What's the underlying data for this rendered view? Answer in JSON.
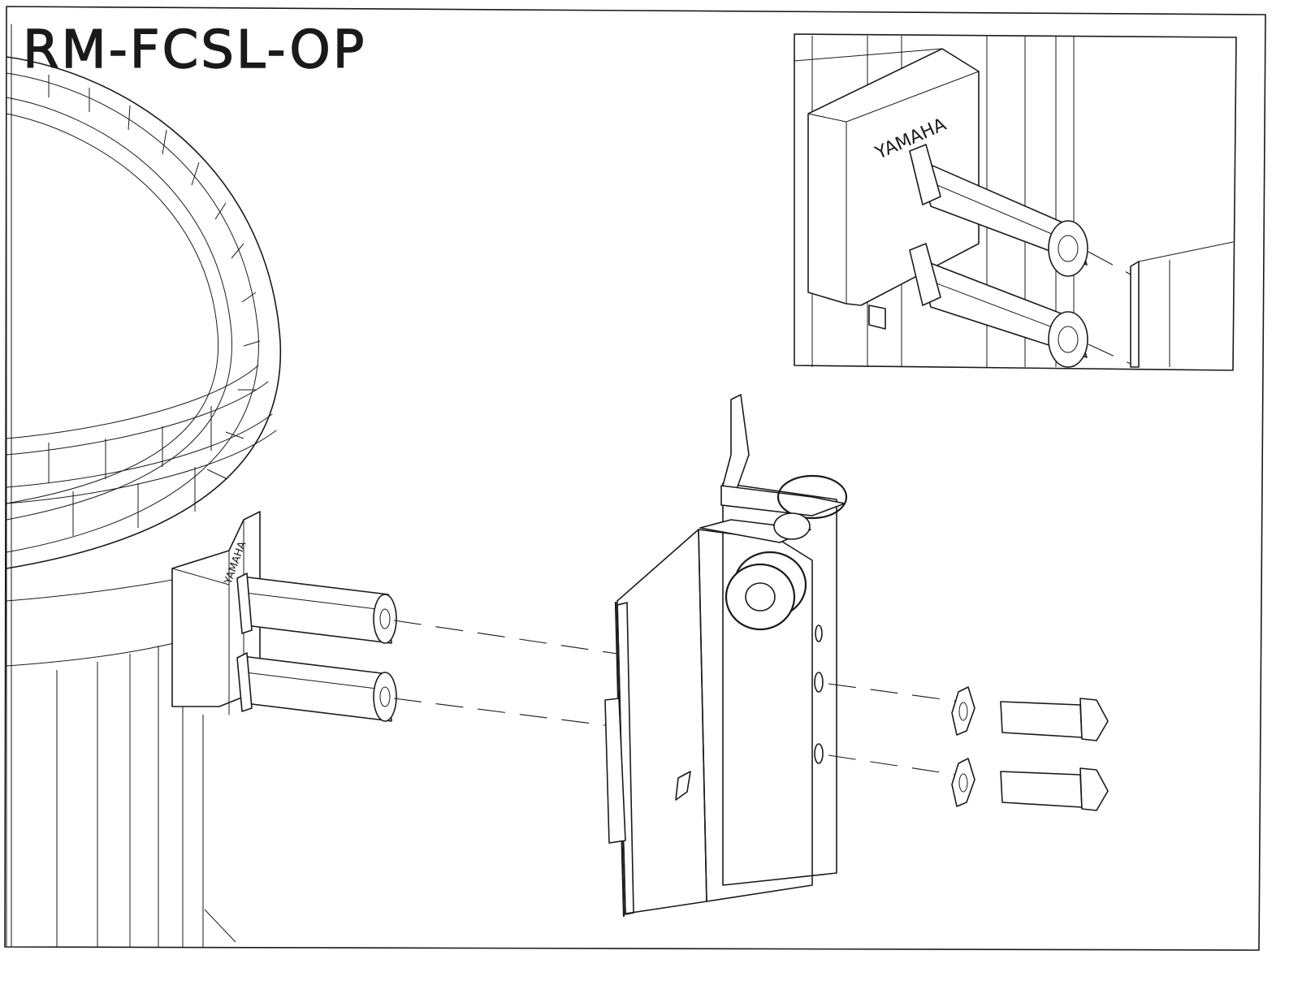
{
  "drawing": {
    "model_code": "RM-FCSL-OP",
    "brand_text_main": "YAMAHA",
    "brand_text_inset": "YAMAHA"
  },
  "colors": {
    "ink": "#1a1a1a",
    "paper": "#ffffff",
    "hatch": "#555555"
  }
}
